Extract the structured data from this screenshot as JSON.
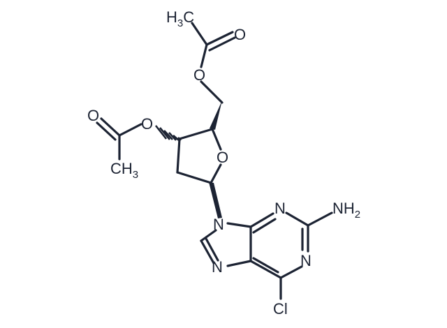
{
  "atoms": {
    "ch3_top": {
      "main": "H",
      "sub": "3",
      "tail": "C"
    },
    "o_carbonyl_top": "O",
    "o_ester_top": "O",
    "o_ring": "O",
    "o_ester_left": "O",
    "o_carbonyl_left": "O",
    "ch3_left": {
      "main": "CH",
      "sub": "3"
    },
    "n9": "N",
    "n3": "N",
    "nh2": {
      "main": "NH",
      "sub": "2"
    },
    "n1": "N",
    "n7": "N",
    "cl": "Cl"
  },
  "colors": {
    "ink": "#1c2333",
    "background": "#ffffff"
  }
}
